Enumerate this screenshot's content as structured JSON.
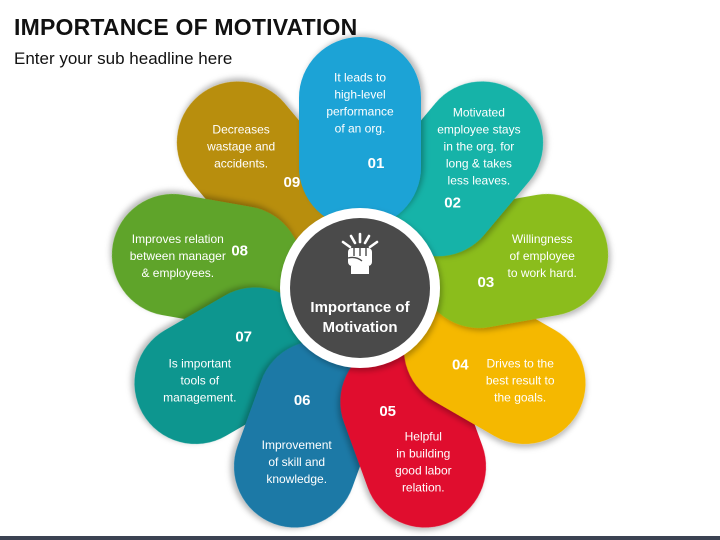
{
  "header": {
    "title": "IMPORTANCE OF MOTIVATION",
    "subtitle": "Enter your sub headline here"
  },
  "center": {
    "lines": [
      "Importance of",
      "Motivation"
    ],
    "icon": "raised-fist-icon",
    "fill": "#4a4a4a"
  },
  "petals": [
    {
      "number": "01",
      "color": "#1aa3d6",
      "lines": [
        "It leads to",
        "high-level",
        "performance",
        "of an org."
      ]
    },
    {
      "number": "02",
      "color": "#14b3a8",
      "lines": [
        "Motivated",
        "employee stays",
        "in the org. for",
        "long  & takes",
        "less leaves."
      ]
    },
    {
      "number": "03",
      "color": "#8bbd1e",
      "lines": [
        "Willingness",
        "of employee",
        "to work hard."
      ]
    },
    {
      "number": "04",
      "color": "#f5b800",
      "lines": [
        "Drives to the",
        "best result to",
        "the goals."
      ]
    },
    {
      "number": "05",
      "color": "#e0102f",
      "lines": [
        "Helpful",
        "in building",
        "good labor",
        "relation."
      ]
    },
    {
      "number": "06",
      "color": "#1d79a6",
      "lines": [
        "Improvement",
        "of skill and",
        "knowledge."
      ]
    },
    {
      "number": "07",
      "color": "#11968f",
      "lines": [
        "Is important",
        "tools of",
        "management."
      ]
    },
    {
      "number": "08",
      "color": "#5ea42a",
      "lines": [
        "Improves relation",
        "between manager",
        "& employees."
      ]
    },
    {
      "number": "09",
      "color": "#b88e0f",
      "lines": [
        "Decreases",
        "wastage and",
        "accidents."
      ]
    }
  ]
}
